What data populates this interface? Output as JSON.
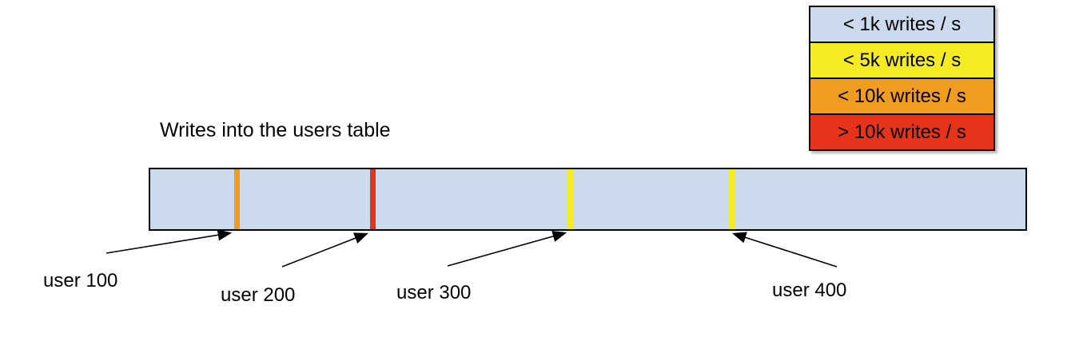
{
  "title": "Writes into the users table",
  "legend": {
    "items": [
      {
        "label": "< 1k writes / s",
        "color": "#ccdaee"
      },
      {
        "label": "< 5k writes / s",
        "color": "#f4eb22"
      },
      {
        "label": "< 10k writes / s",
        "color": "#f09c1e"
      },
      {
        "label": "> 10k writes / s",
        "color": "#e6331a"
      }
    ]
  },
  "bar": {
    "fill": "#ccdaee",
    "border_color": "#000000"
  },
  "users": [
    {
      "label": "user 100",
      "rate": "< 10k writes / s",
      "stripe_color": "#f09c1e"
    },
    {
      "label": "user 200",
      "rate": "> 10k writes / s",
      "stripe_color": "#e6331a"
    },
    {
      "label": "user 300",
      "rate": "< 5k writes / s",
      "stripe_color": "#f4eb22"
    },
    {
      "label": "user 400",
      "rate": "< 5k writes / s",
      "stripe_color": "#f4eb22"
    }
  ]
}
